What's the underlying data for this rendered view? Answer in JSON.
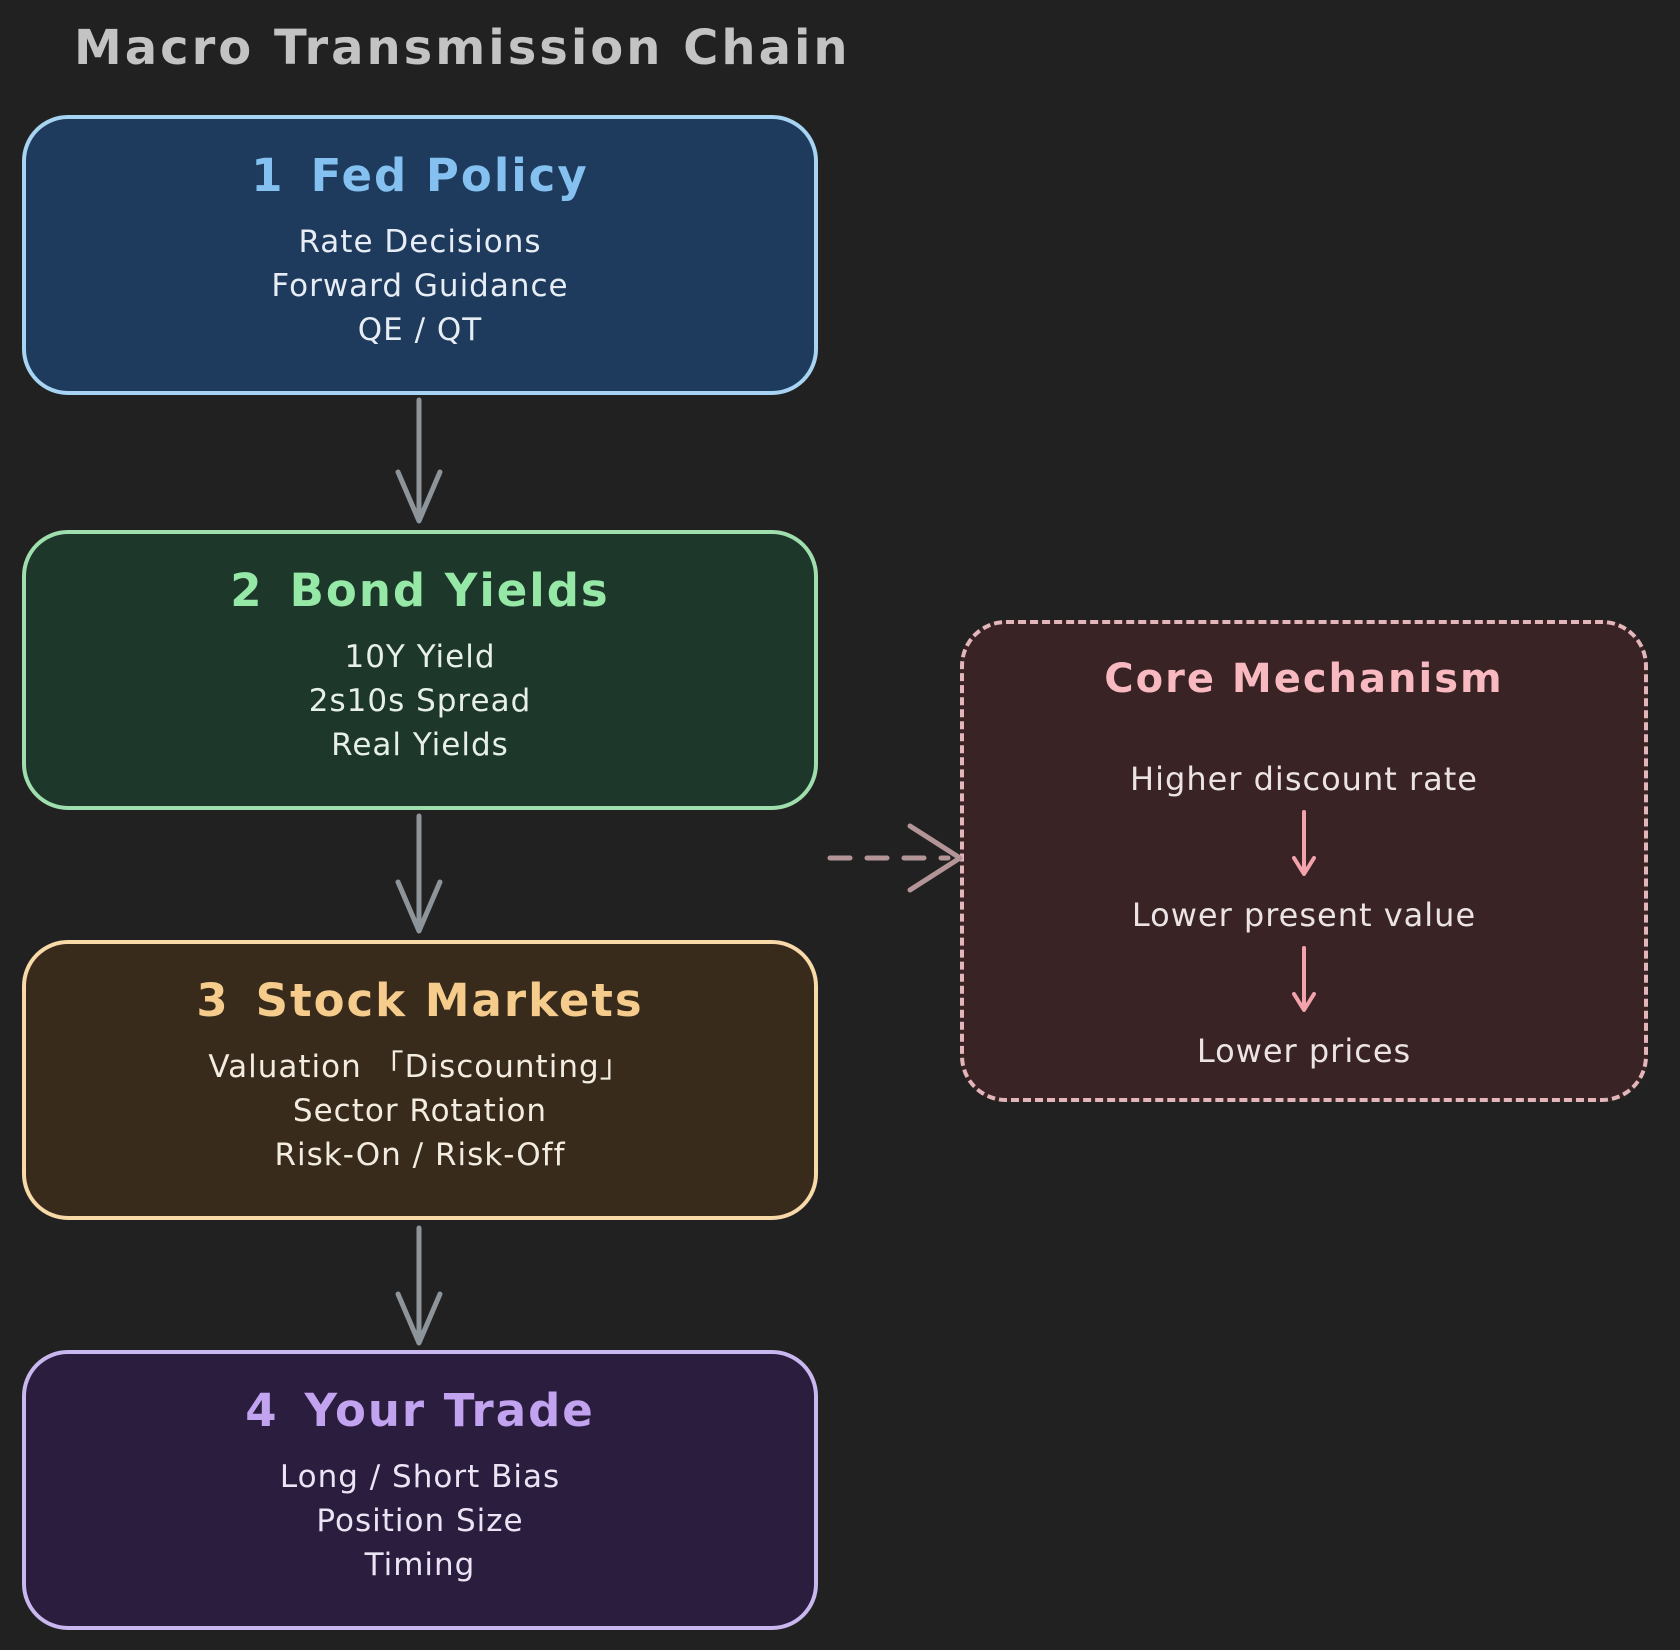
{
  "title": "Macro Transmission Chain",
  "chain": [
    {
      "number": "1",
      "name": "Fed Policy",
      "items": [
        "Rate Decisions",
        "Forward Guidance",
        "QE / QT"
      ],
      "accent_color": "#85c1f0",
      "border_color": "#a6d4f2",
      "fill_color": "#1e3a5c"
    },
    {
      "number": "2",
      "name": "Bond Yields",
      "items": [
        "10Y Yield",
        "2s10s Spread",
        "Real Yields"
      ],
      "accent_color": "#96e8a6",
      "border_color": "#9fdfad",
      "fill_color": "#1d382b"
    },
    {
      "number": "3",
      "name": "Stock Markets",
      "items": [
        "Valuation 「Discounting」",
        "Sector Rotation",
        "Risk-On / Risk-Off"
      ],
      "accent_color": "#f6cc8d",
      "border_color": "#f8d9a8",
      "fill_color": "#392b1c"
    },
    {
      "number": "4",
      "name": "Your Trade",
      "items": [
        "Long / Short Bias",
        "Position Size",
        "Timing"
      ],
      "accent_color": "#c2a3f0",
      "border_color": "#c9b8f0",
      "fill_color": "#2a1d3e"
    }
  ],
  "side_panel": {
    "title": "Core Mechanism",
    "steps": [
      "Higher discount rate",
      "Lower present value",
      "Lower prices"
    ],
    "accent_color": "#f8b9c1",
    "border_color": "#e3b7ba",
    "fill_color": "#392325",
    "step_arrow_color": "#f2a3ab"
  },
  "connectors": {
    "vertical_arrow_color": "#8d959b",
    "dashed_arrow_color": "#b39598"
  },
  "background_color": "#212121",
  "title_color": "#c3c3c3"
}
